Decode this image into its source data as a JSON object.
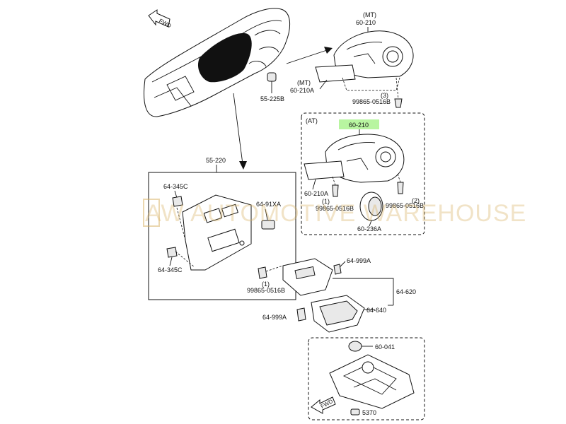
{
  "watermark": "AW AUTOMOTIVE WAREHOUSE",
  "fwd_label": "FWD",
  "labels": {
    "mt1": "(MT)",
    "p60_210_top": "60-210",
    "mt2": "(MT)",
    "p60_210a_top": "60-210A",
    "p55_225b": "55-225B",
    "qty3": "(3)",
    "p99865_top": "99865-0516B",
    "at": "(AT)",
    "p60_210_at": "60-210",
    "p60_210a_at": "60-210A",
    "qty1_at_a": "(1)",
    "p99865_at_a": "99865-0516B",
    "qty2_at": "(2)",
    "p99865_at_b": "99865-0516B",
    "p60_236a": "60-236A",
    "p55_220": "55-220",
    "p64_345c_top": "64-345C",
    "p64_91xa": "64-91XA",
    "p64_345c_bot": "64-345C",
    "qty1_mid": "(1)",
    "p99865_mid": "99865-0516B",
    "p64_999a_top": "64-999A",
    "p64_620": "64-620",
    "p64_640": "64-640",
    "p64_999a_bot": "64-999A",
    "p60_041": "60-041",
    "p5370": "5370"
  },
  "highlight_color": "#b8f5a0"
}
